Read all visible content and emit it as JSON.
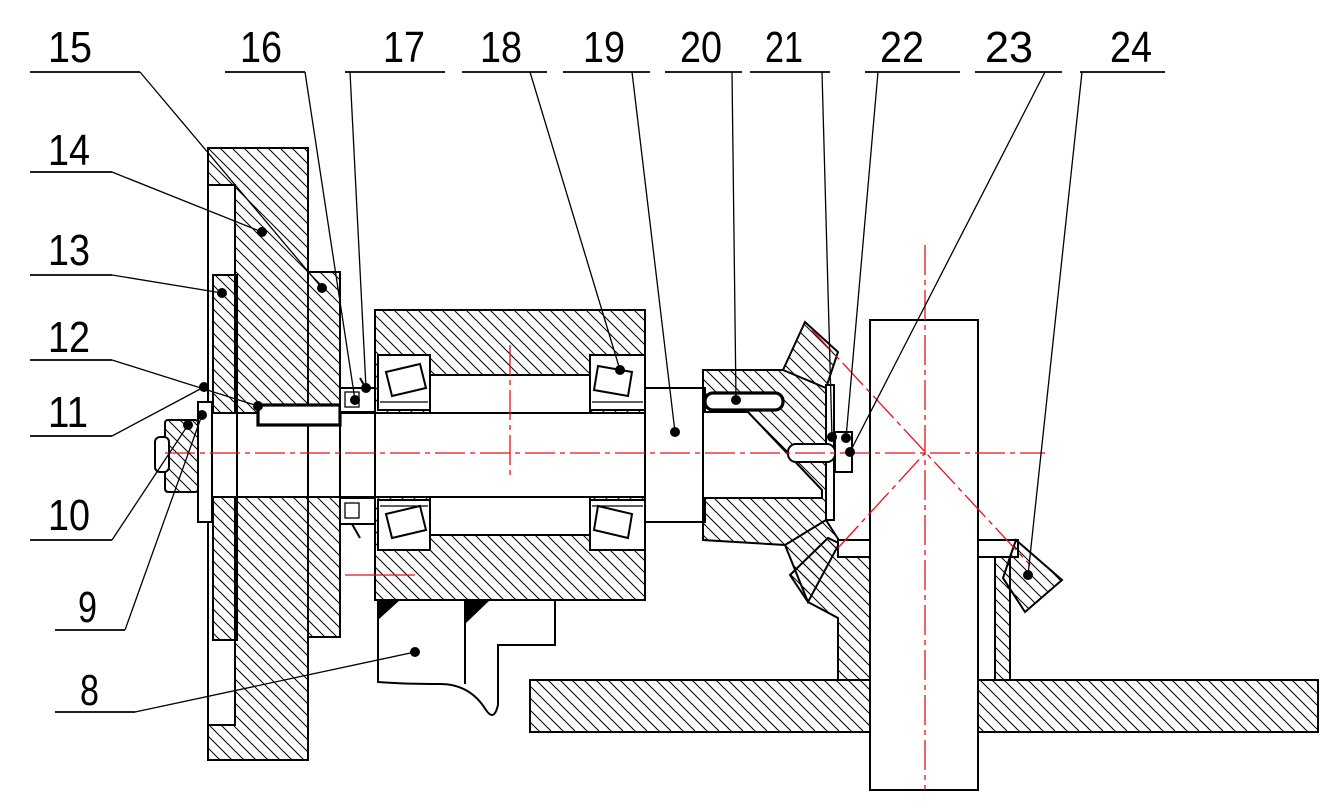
{
  "colors": {
    "outline": "#000000",
    "centerline": "#e8101a",
    "background": "#ffffff"
  },
  "top_callouts": [
    {
      "label": "15"
    },
    {
      "label": "16"
    },
    {
      "label": "17"
    },
    {
      "label": "18"
    },
    {
      "label": "19"
    },
    {
      "label": "20"
    },
    {
      "label": "21"
    },
    {
      "label": "22"
    },
    {
      "label": "23"
    },
    {
      "label": "24"
    }
  ],
  "left_callouts": [
    {
      "label": "14"
    },
    {
      "label": "13"
    },
    {
      "label": "12"
    },
    {
      "label": "11"
    },
    {
      "label": "10"
    },
    {
      "label": "9"
    },
    {
      "label": "8"
    }
  ]
}
